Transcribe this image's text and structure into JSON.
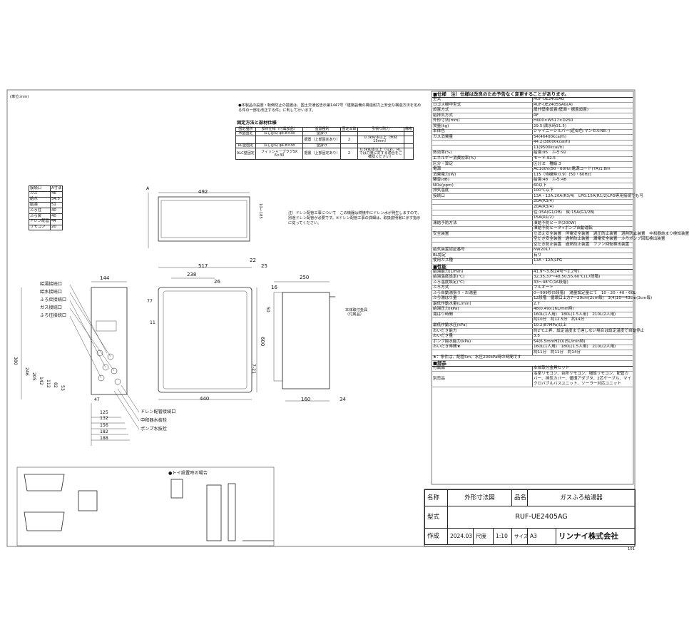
{
  "unit_note": "(単位:mm)",
  "install_note": "●本製品の設置・転倒防止の措置は、国土交通省告示第1447号「建築設備の構造耐力上安全な構造方法を定める件の一部を改正する件」に則して行います。",
  "fix_title": "固定方法と部材仕様",
  "fix_table": {
    "headers": [
      "固定場所",
      "部材仕様（付属部品）",
      "設置種別",
      "固定本数",
      "引張り耐力",
      "備考"
    ],
    "rows": [
      [
        "木壁固定",
        "ねじ(JIS) φ4.8×38",
        "壁掛け",
        "",
        "",
        ""
      ],
      [
        "",
        "",
        "据置（上部固定あり）",
        "2",
        "0.3kN/本以上（木材15mm）",
        ""
      ],
      [
        "RC壁固定",
        "ねじ(JIS) φ4.8×38",
        "壁掛け",
        "",
        "",
        ""
      ],
      [
        "ALC壁固定",
        "フィッシャープラグSX 6×30",
        "据置（上部固定あり）",
        "2",
        "0.3kN/本以上（なお、RCでは力量に対する適合をご確認ください）",
        ""
      ]
    ]
  },
  "conn_table": [
    [
      "接続口",
      "A寸法"
    ],
    [
      "ガス",
      "46"
    ],
    [
      "給水",
      "54.5"
    ],
    [
      "給湯",
      "51"
    ],
    [
      "ふろ往",
      "40"
    ],
    [
      "ふろ戻",
      "40"
    ],
    [
      "ドレン配管",
      "44"
    ],
    [
      "リモコン",
      "20"
    ]
  ],
  "drain_note": "注）ドレン配管工事について　この機器は燃焼中にドレン水が発生しますので、別途ドレン配管が必要です。※ドレン配管工事の詳細は、取扱説明書に示す指示に従ってください。",
  "dims_top": [
    "492",
    "A",
    "10～185"
  ],
  "dims_front": [
    "517",
    "238",
    "26",
    "22",
    "25",
    "11",
    "77",
    "600",
    "7-21",
    "440"
  ],
  "dims_side": [
    "16",
    "250",
    "50",
    "160",
    "34"
  ],
  "dims_side_label": "本体取付金具（付属品）",
  "dims_left": [
    "144",
    "380",
    "246",
    "205",
    "142",
    "112",
    "82",
    "53",
    "47",
    "125",
    "132",
    "156",
    "182",
    "188"
  ],
  "callouts_left": [
    "給湯接続口",
    "給水接続口",
    "ふろ戻接続口",
    "ガス接続口",
    "ふろ往接続口"
  ],
  "callouts_bottom": [
    "ドレン配管接続口",
    "中和器水抜栓",
    "ポンプ水抜栓"
  ],
  "spec_header": "■仕様　注）仕様は改良のため予告なく変更することがあります。",
  "specs": [
    [
      "型式",
      "RUF-UE2405AG"
    ],
    [
      "ロゴス機甲型式",
      "RUF-UE2405SAG(A)"
    ],
    [
      "設置方式",
      "屋外壁掛設置(壁面・据置設置)"
    ],
    [
      "給排気方式",
      "RF"
    ],
    [
      "外形寸法(mm)",
      "H600×W517×D250"
    ],
    [
      "質量(kg)",
      "29.5(満水時31.5)"
    ],
    [
      "本体色",
      "シャイニーシルバー(近似色:マンセルN8.-)"
    ],
    [
      "ガス消費量",
      "54(46400kcal/h)"
    ],
    [
      "",
      "44.2(38000kcal/h)"
    ],
    [
      "",
      "11(9500kcal/h)"
    ],
    [
      "熱効率(%)",
      "給湯:95　ふろ:92"
    ],
    [
      "エネルギー消費効率(%)",
      "モード:92.5"
    ],
    [
      "区分・算定",
      "区分:E　種級:3"
    ],
    [
      "電源",
      "AC100V(50・60Hz)電源コード(7A)1.8m"
    ],
    [
      "消費電力(W)",
      "115（待機時:0.9）(50・60Hz)"
    ],
    [
      "騒音(dB)",
      "給湯:48　ふろ:48"
    ],
    [
      "NOx(ppm)",
      "60以下"
    ],
    [
      "排気温度",
      "100℃以下"
    ],
    [
      "接続口",
      "13A・12A:20A(R3/4)　LPG:15A(R1/2)LPG専用接続でも可"
    ],
    [
      "",
      "20A(R3/4)"
    ],
    [
      "",
      "20A(R3/4)"
    ],
    [
      "",
      "往:15A(G1/2B)　戻:15A(G1/2B)"
    ],
    [
      "",
      "15A(R1/2)"
    ],
    [
      "凍結予防方法",
      "凍結予防ヒータ(200W)"
    ],
    [
      "",
      "凍結予防ヒータ+ポンプ自動運転"
    ],
    [
      "安全装置",
      "立消え安全装置　停電安全装置　過圧防止装置　過熱防止装置　中和器詰まり検知装置"
    ],
    [
      "",
      "空だき安全装置　過熱防止装置　漏電安全装置　ふろポンプ回転検出装置"
    ],
    [
      "",
      "空だき防止装置　過熱防止装置　ファン回転検出装置"
    ],
    [
      "給気装置認証番号",
      "NW2017"
    ],
    [
      "BL認定",
      "有り"
    ],
    [
      "使用ガス種",
      "13A・12A,LPG"
    ]
  ],
  "perf_header": "■性能",
  "perf": [
    [
      "給湯能力(L/min)",
      "41.9～3.8(24号～2.2号)"
    ],
    [
      "給湯温度設定(℃)",
      "32,35,37～48,50,55,60℃(17段階)"
    ],
    [
      "ふろ温度設定(℃)",
      "33～48℃(16段階)"
    ],
    [
      "ふろ方式",
      "フルオート"
    ],
    [
      "ふろ自動湯張り・お湯量",
      "0～999秒(5段階)　湯量設定量にて　10・20・40・60L"
    ],
    [
      "ふろ湯はり量",
      "12段階　循環口上方7～29cm(2cm毎)　3(4)10～43cm(3cm毎)"
    ],
    [
      "最低作動水量(L/min)",
      "2.7"
    ],
    [
      "給湯圧力(kPa)",
      "48(0.49)(16L/min時)"
    ],
    [
      "湯はり時間",
      "160L(1人用)　180L(1.5人用)　210L(2人用)"
    ],
    [
      "",
      "約10分　約12.5分　約14分"
    ],
    [
      "最低作動水圧(kPa)",
      "10.2(87MPa)以上"
    ],
    [
      "おいだき能力",
      "約2℃上昇、設定温度まで達しない場合は設定温度で自動停止"
    ],
    [
      "おいだき量",
      "3.5"
    ],
    [
      "ポンプ揚水能力(kPa)",
      "54(6.5mmH2O)(5L/min時)"
    ],
    [
      "おいだき時間★",
      "160L(1人用)　180L(1.5人用)　210L(2人用)"
    ],
    [
      "",
      "約11分　約11分　約14分"
    ]
  ],
  "perf_note": "★：条件は、配管5m、水圧200kPa時の時間です",
  "parts_header": "■部品",
  "parts": [
    [
      "付属品",
      "本体取付金具セット"
    ],
    [
      "別売品",
      "浴室リモコン、台所リモコン、増設リモコン、配管カバー、排気カバー、循環アダプタ、2芯ケーブル、マイクロバブルバスユニット、ソーラー対応ユニット"
    ]
  ],
  "bottom_note": "●トイ設置時の場合",
  "title_block": {
    "name_label": "名称",
    "name_value": "外形寸法図",
    "product_label": "品名",
    "product_value": "ガスふろ給湯器",
    "model_label": "型式",
    "model_value": "RUF-UE2405AG",
    "created_label": "作成",
    "created_value": "2024.03",
    "scale_label": "尺度",
    "scale_value": "1:10",
    "size_label": "サイズ",
    "size_value": "A3",
    "company": "リンナイ株式会社",
    "page_ref": "101"
  }
}
